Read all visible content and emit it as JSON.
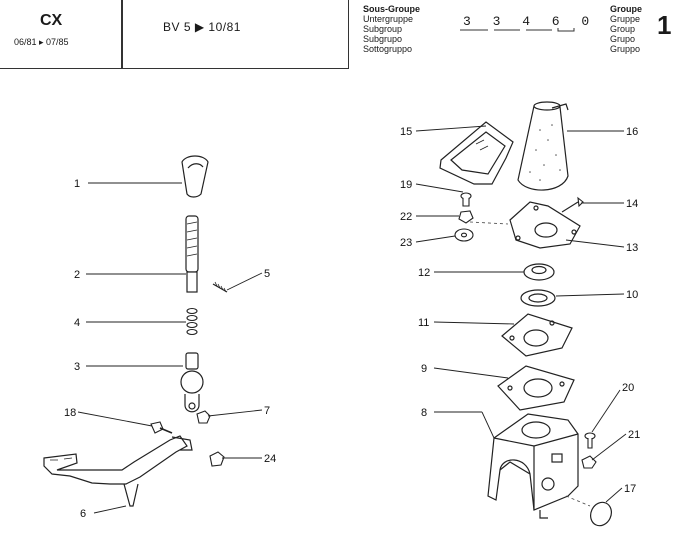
{
  "header": {
    "model": "CX",
    "dates": "06/81 ▸ 07/85",
    "gearbox": "BV 5  ▶  10/81",
    "subgroup": {
      "title": "Sous-Groupe",
      "lines": [
        "Untergruppe",
        "Subgroup",
        "Subgrupo",
        "Sottogruppo"
      ]
    },
    "code": "3 3 4 6 0",
    "group": {
      "title": "Groupe",
      "lines": [
        "Gruppe",
        "Group",
        "Grupo",
        "Gruppo"
      ]
    },
    "group_number": "1"
  },
  "callouts": {
    "c1": "1",
    "c2": "2",
    "c3": "3",
    "c4": "4",
    "c5": "5",
    "c6": "6",
    "c7": "7",
    "c8": "8",
    "c9": "9",
    "c10": "10",
    "c11": "11",
    "c12": "12",
    "c13": "13",
    "c14": "14",
    "c15": "15",
    "c16": "16",
    "c17": "17",
    "c18": "18",
    "c19": "19",
    "c20": "20",
    "c21": "21",
    "c22": "22",
    "c23": "23",
    "c24": "24"
  }
}
